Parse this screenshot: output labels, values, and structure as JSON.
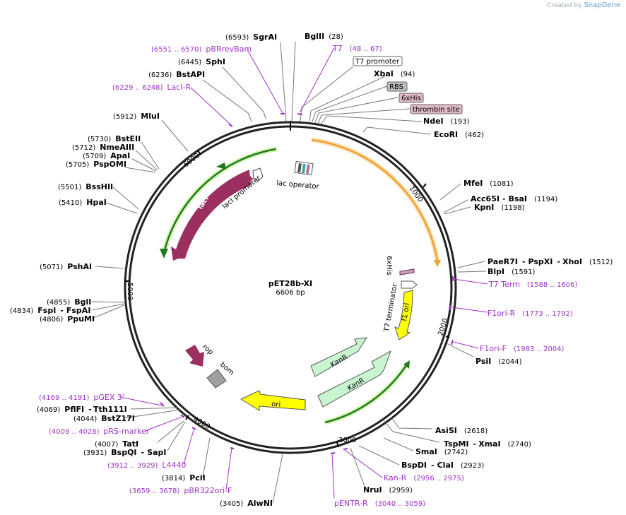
{
  "credit": {
    "prefix": "Created by",
    "brand": "SnapGene"
  },
  "plasmid": {
    "name": "pET28b-XI",
    "size": "6606 bp"
  },
  "ticks": [
    "1000",
    "2000",
    "3000",
    "4000",
    "5000",
    "6000"
  ],
  "enzymes": [
    {
      "pos": "(6593)",
      "name": "SgrAI"
    },
    {
      "name": "BglII",
      "pos": "(28)"
    },
    {
      "pos": "(6445)",
      "name": "SphI"
    },
    {
      "pos": "(6236)",
      "name": "BstAPI"
    },
    {
      "name": "XbaI",
      "pos": "(94)"
    },
    {
      "pos": "(5912)",
      "name": "MluI"
    },
    {
      "name": "NdeI",
      "pos": "(193)"
    },
    {
      "name": "EcoRI",
      "pos": "(462)"
    },
    {
      "pos": "(5730)",
      "name": "BstEII"
    },
    {
      "pos": "(5712)",
      "name": "NmeAIII"
    },
    {
      "pos": "(5709)",
      "name": "ApaI"
    },
    {
      "pos": "(5705)",
      "name": "PspOMI"
    },
    {
      "name": "MfeI",
      "pos": "(1081)"
    },
    {
      "pos": "(5501)",
      "name": "BssHII"
    },
    {
      "name": "Acc65I",
      "name2": "BsaI",
      "pos": "(1194)"
    },
    {
      "name": "KpnI",
      "pos": "(1198)"
    },
    {
      "pos": "(5410)",
      "name": "HpaI"
    },
    {
      "pos": "(5071)",
      "name": "PshAI"
    },
    {
      "name": "PaeR7I",
      "name2": "PspXI",
      "name3": "XhoI",
      "pos": "(1512)"
    },
    {
      "name": "BlpI",
      "pos": "(1591)"
    },
    {
      "pos": "(4855)",
      "name": "BglI"
    },
    {
      "pos": "(4834)",
      "name": "FspI",
      "name2": "FspAI"
    },
    {
      "pos": "(4806)",
      "name": "PpuMI"
    },
    {
      "name": "PsiI",
      "pos": "(2044)"
    },
    {
      "pos": "(4069)",
      "name": "PflFI",
      "name2": "Tth111I"
    },
    {
      "pos": "(4044)",
      "name": "BstZ17I"
    },
    {
      "name": "AsiSI",
      "pos": "(2618)"
    },
    {
      "name": "TspMI",
      "name2": "XmaI",
      "pos": "(2740)"
    },
    {
      "name": "SmaI",
      "pos": "(2742)"
    },
    {
      "pos": "(4007)",
      "name": "TatI"
    },
    {
      "pos": "(3931)",
      "name": "BspQI",
      "name2": "SapI"
    },
    {
      "name": "BspDI",
      "name2": "ClaI",
      "pos": "(2923)"
    },
    {
      "pos": "(3814)",
      "name": "PciI"
    },
    {
      "name": "NruI",
      "pos": "(2959)"
    },
    {
      "pos": "(3405)",
      "name": "AlwNI"
    }
  ],
  "primers": [
    {
      "range": "(6551 .. 6570)",
      "name": "pBRrevBam"
    },
    {
      "name": "T7",
      "range": "(48 .. 67)"
    },
    {
      "range": "(6229 .. 6248)",
      "name": "LacI-R"
    },
    {
      "name": "T7 Term",
      "range": "(1588 .. 1606)"
    },
    {
      "name": "F1ori-R",
      "range": "(1773 .. 1792)"
    },
    {
      "name": "F1ori-F",
      "range": "(1983 .. 2004)"
    },
    {
      "range": "(4169 .. 4191)",
      "name": "pGEX 3'"
    },
    {
      "range": "(4009 .. 4028)",
      "name": "pRS-marker"
    },
    {
      "range": "(3912 .. 3929)",
      "name": "L4440"
    },
    {
      "name": "Kan-R",
      "range": "(2956 .. 2975)"
    },
    {
      "range": "(3659 .. 3678)",
      "name": "pBR322ori-F"
    },
    {
      "name": "pENTR-R",
      "range": "(3040 .. 3059)"
    }
  ],
  "boxed_features": [
    "T7 promoter",
    "RBS",
    "6xHis",
    "thrombin site"
  ],
  "features": {
    "lacI": "lacI",
    "lacI_promoter": "lacI promoter",
    "lac_operator": "lac operator",
    "sixhis": "6xHis",
    "t7_terminator": "T7 terminator",
    "f1_ori": "f1 ori",
    "kanr_1": "KanR",
    "kanr_2": "KanR",
    "ori": "ori",
    "rop": "rop",
    "bom": "bom"
  },
  "colors": {
    "lacI": "#9b2f5f",
    "yellow": "#ffff00",
    "kanr": "#c8f5d0",
    "green_arc": "#1f7a1f",
    "orange_arc": "#f0a030",
    "primer": "#a030c8",
    "bom": "#a0a0a0",
    "backbone": "#222222"
  }
}
